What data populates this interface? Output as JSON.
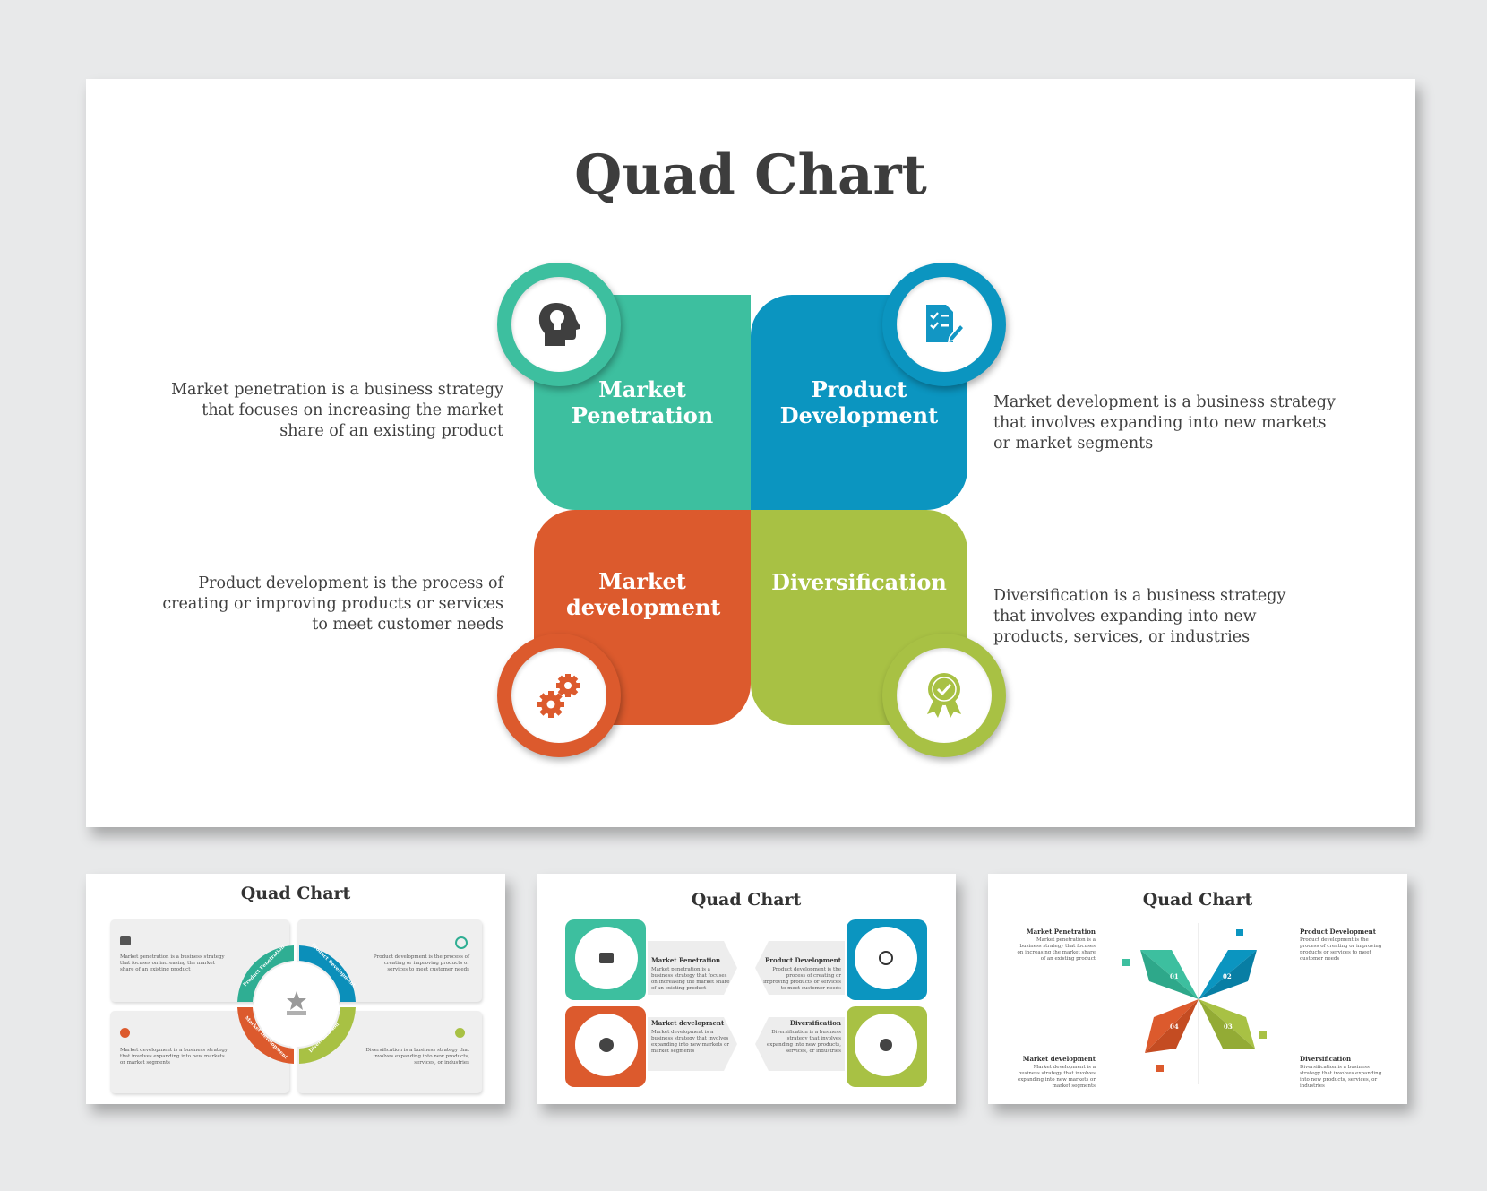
{
  "main": {
    "title": "Quad Chart",
    "quadrants": [
      {
        "label": "Market Penetration",
        "color": "#3dbf9f",
        "icon": "head-lightbulb-icon",
        "description": "Market penetration is a business strategy that focuses on increasing  the market share of an existing product"
      },
      {
        "label": "Product Development",
        "color": "#0b95c0",
        "icon": "document-edit-icon",
        "description": "Market development is a business strategy that involves expanding into new markets or market segments"
      },
      {
        "label": "Market development",
        "color": "#dc5a2d",
        "icon": "gears-icon",
        "description": "Product development is  the process of creating or improving products or services to meet customer needs"
      },
      {
        "label": "Diversification",
        "color": "#a8c144",
        "icon": "award-badge-icon",
        "description": "Diversification  is a business strategy that involves expanding into new products, services, or industries"
      }
    ]
  },
  "thumb1": {
    "title": "Quad Chart",
    "ring_labels": [
      "Product Penetration",
      "Product Development",
      "Market Development",
      "Diversification"
    ],
    "texts": [
      "Market penetration is a business strategy that focuses on increasing the market share of an existing product",
      "Product development is the process of creating or improving products or services to meet customer needs",
      "Market development is a business strategy that involves expanding into new markets or market segments",
      "Diversification is a business strategy that involves expanding into new products, services, or industries"
    ]
  },
  "thumb2": {
    "title": "Quad Chart",
    "items": [
      {
        "label": "Market Penetration",
        "text": "Market penetration is a business strategy that focuses on increasing the market share of an existing product"
      },
      {
        "label": "Product Development",
        "text": "Product development is the process of creating or improving products or services to meet customer needs"
      },
      {
        "label": "Market development",
        "text": "Market development is a business strategy that involves expanding into new markets or market segments"
      },
      {
        "label": "Diversification",
        "text": "Diversification is a business strategy that involves expanding into new products, services, or industries"
      }
    ]
  },
  "thumb3": {
    "title": "Quad Chart",
    "numbers": [
      "01",
      "02",
      "04",
      "03"
    ],
    "items": [
      {
        "label": "Market Penetration",
        "text": "Market penetration is a business strategy that focuses on increasing the market share of an existing product"
      },
      {
        "label": "Product Development",
        "text": "Product development is the process of creating or improving products or services to meet customer needs"
      },
      {
        "label": "Market development",
        "text": "Market development is a business strategy that involves expanding into new markets or market segments"
      },
      {
        "label": "Diversification",
        "text": "Diversification is a business strategy that involves expanding into new products, services, or industries"
      }
    ]
  }
}
